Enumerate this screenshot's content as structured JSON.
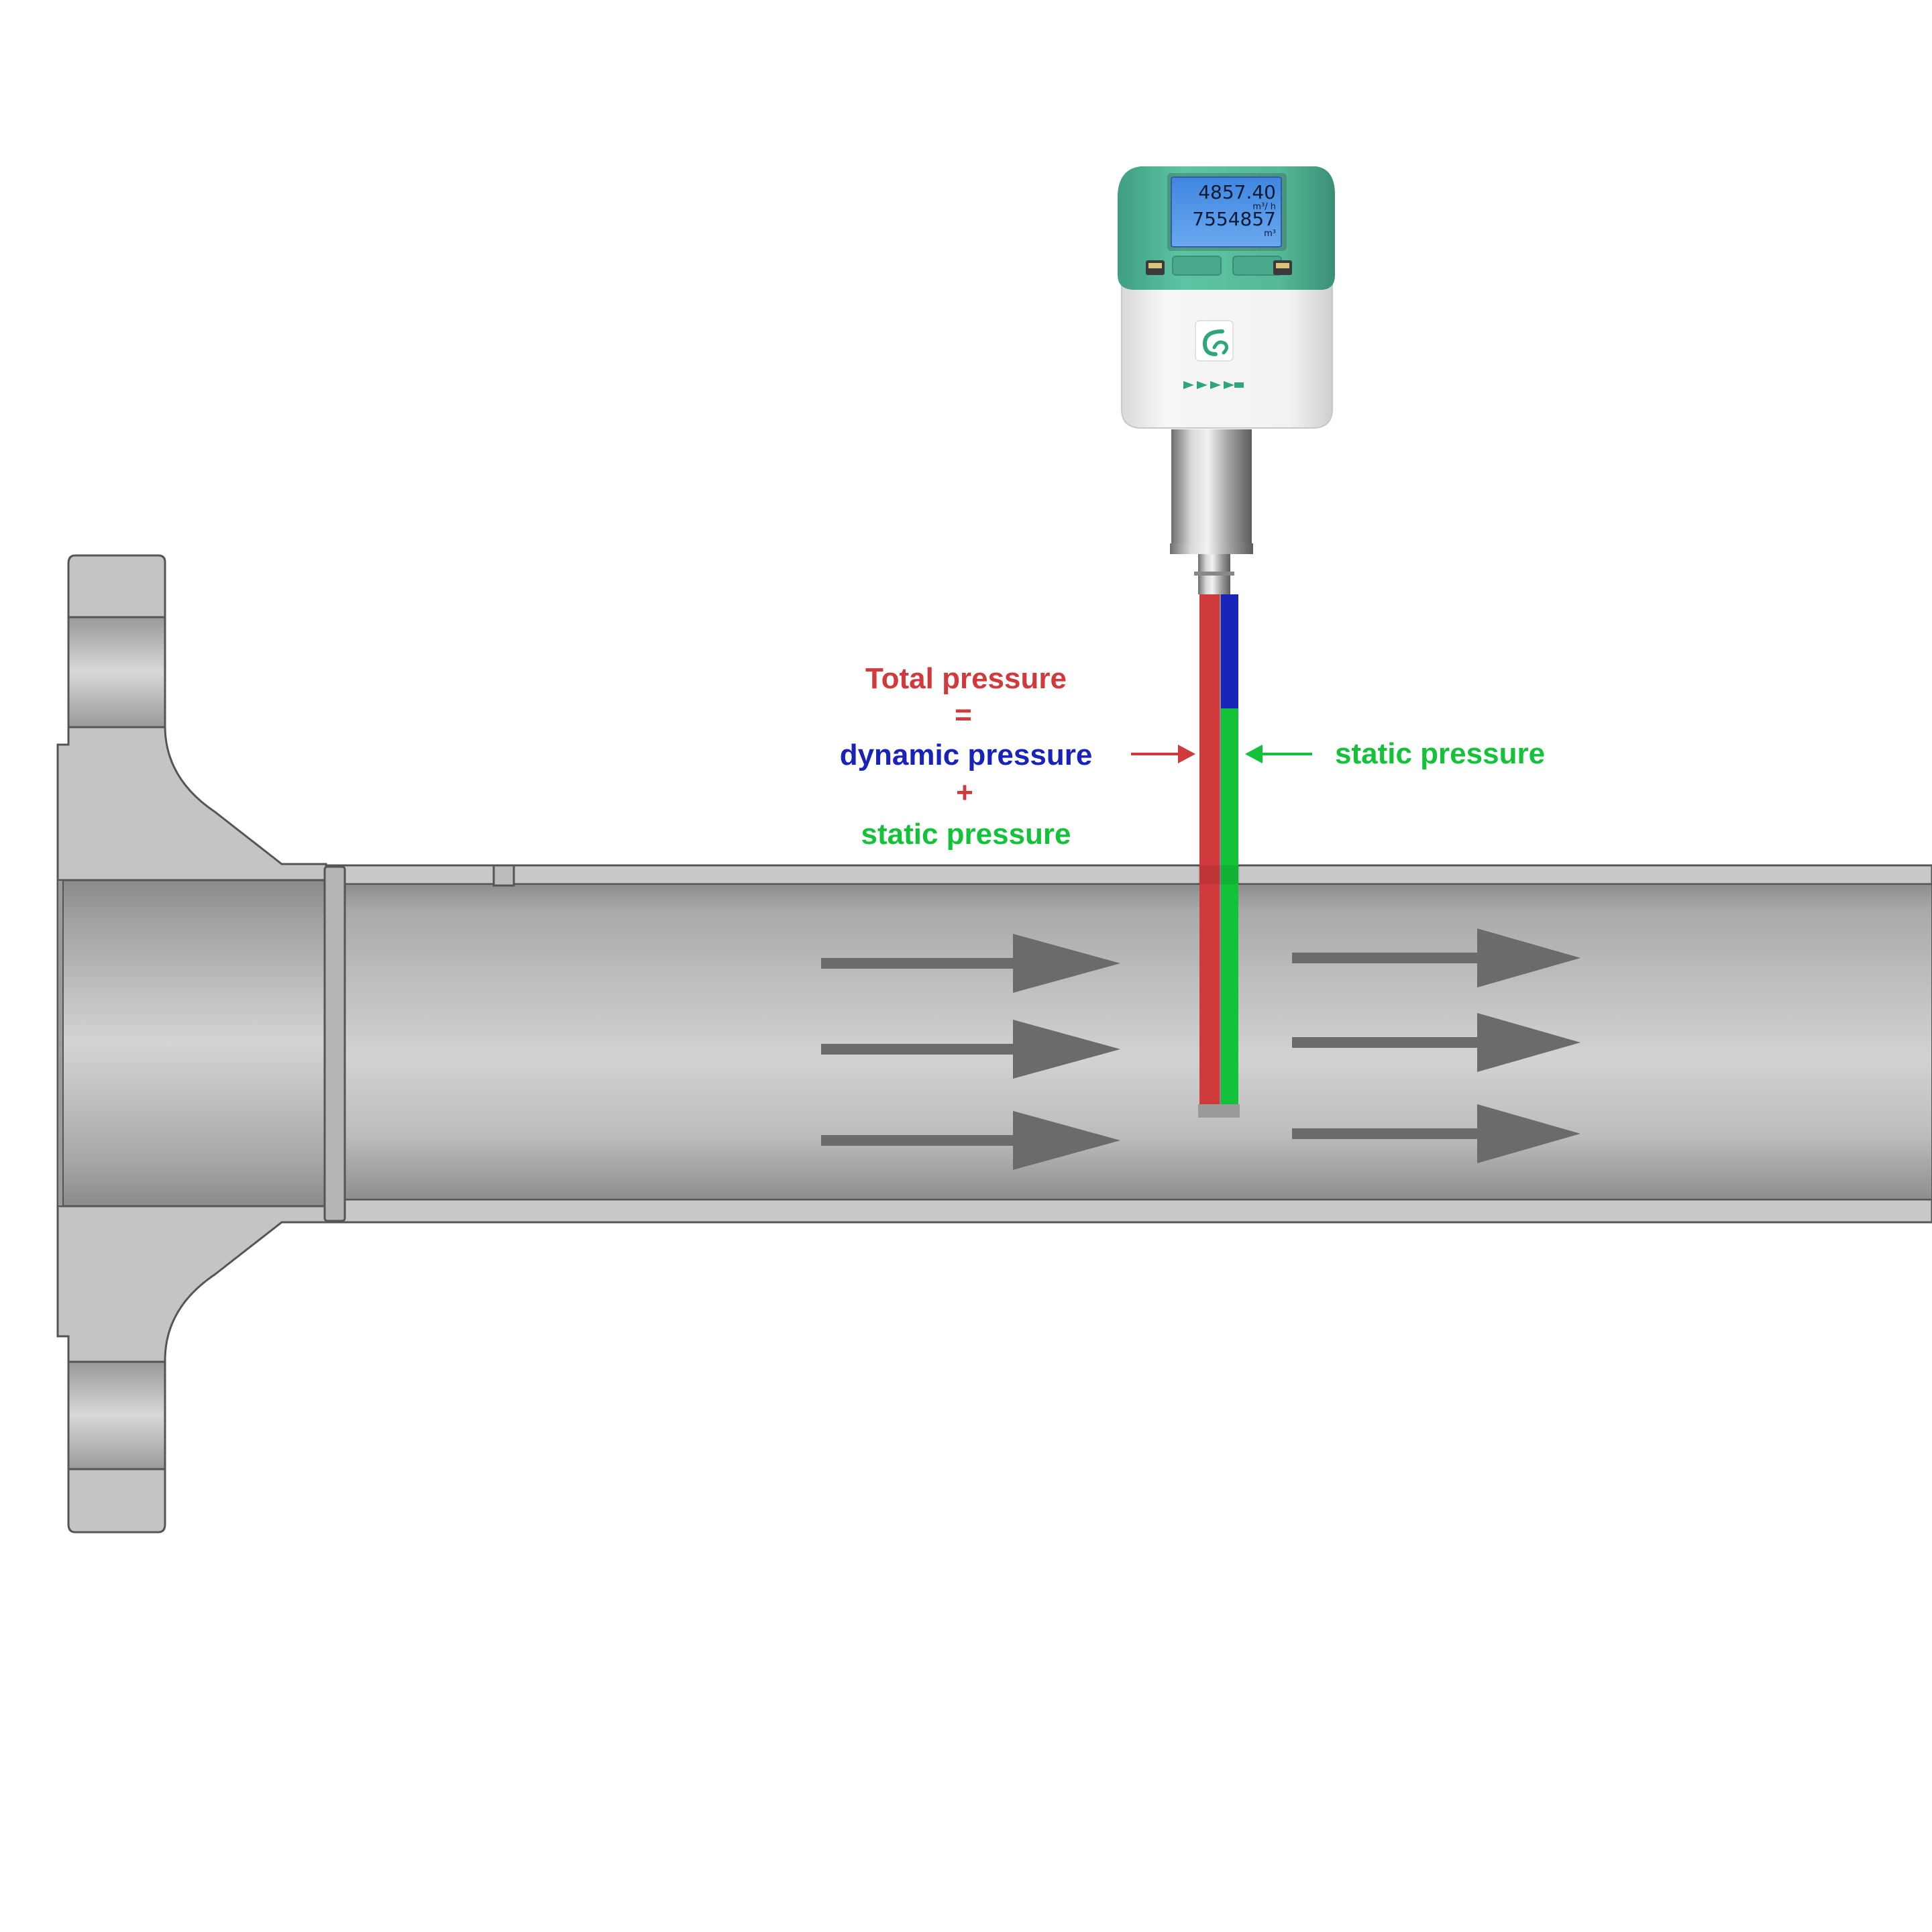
{
  "colors": {
    "total": "#d03a3c",
    "dynamic": "#1a23b8",
    "static": "#14c23a",
    "device_green": "#4fb89a",
    "arrow_grey": "#6b6b6b",
    "pipe_grey": "#b8b8b8"
  },
  "labels": {
    "total_pressure": "Total pressure",
    "equals": "=",
    "dynamic_pressure": "dynamic pressure",
    "plus": "+",
    "static_pressure_left": "static pressure",
    "static_pressure_right": "static pressure"
  },
  "display": {
    "flow_value": "4857.40",
    "flow_unit": "m³/ h",
    "total_value": "7554857",
    "total_unit": "m³"
  },
  "icons": {
    "logo": "cs-logo-icon",
    "status_leds": "flow-direction-icon"
  }
}
